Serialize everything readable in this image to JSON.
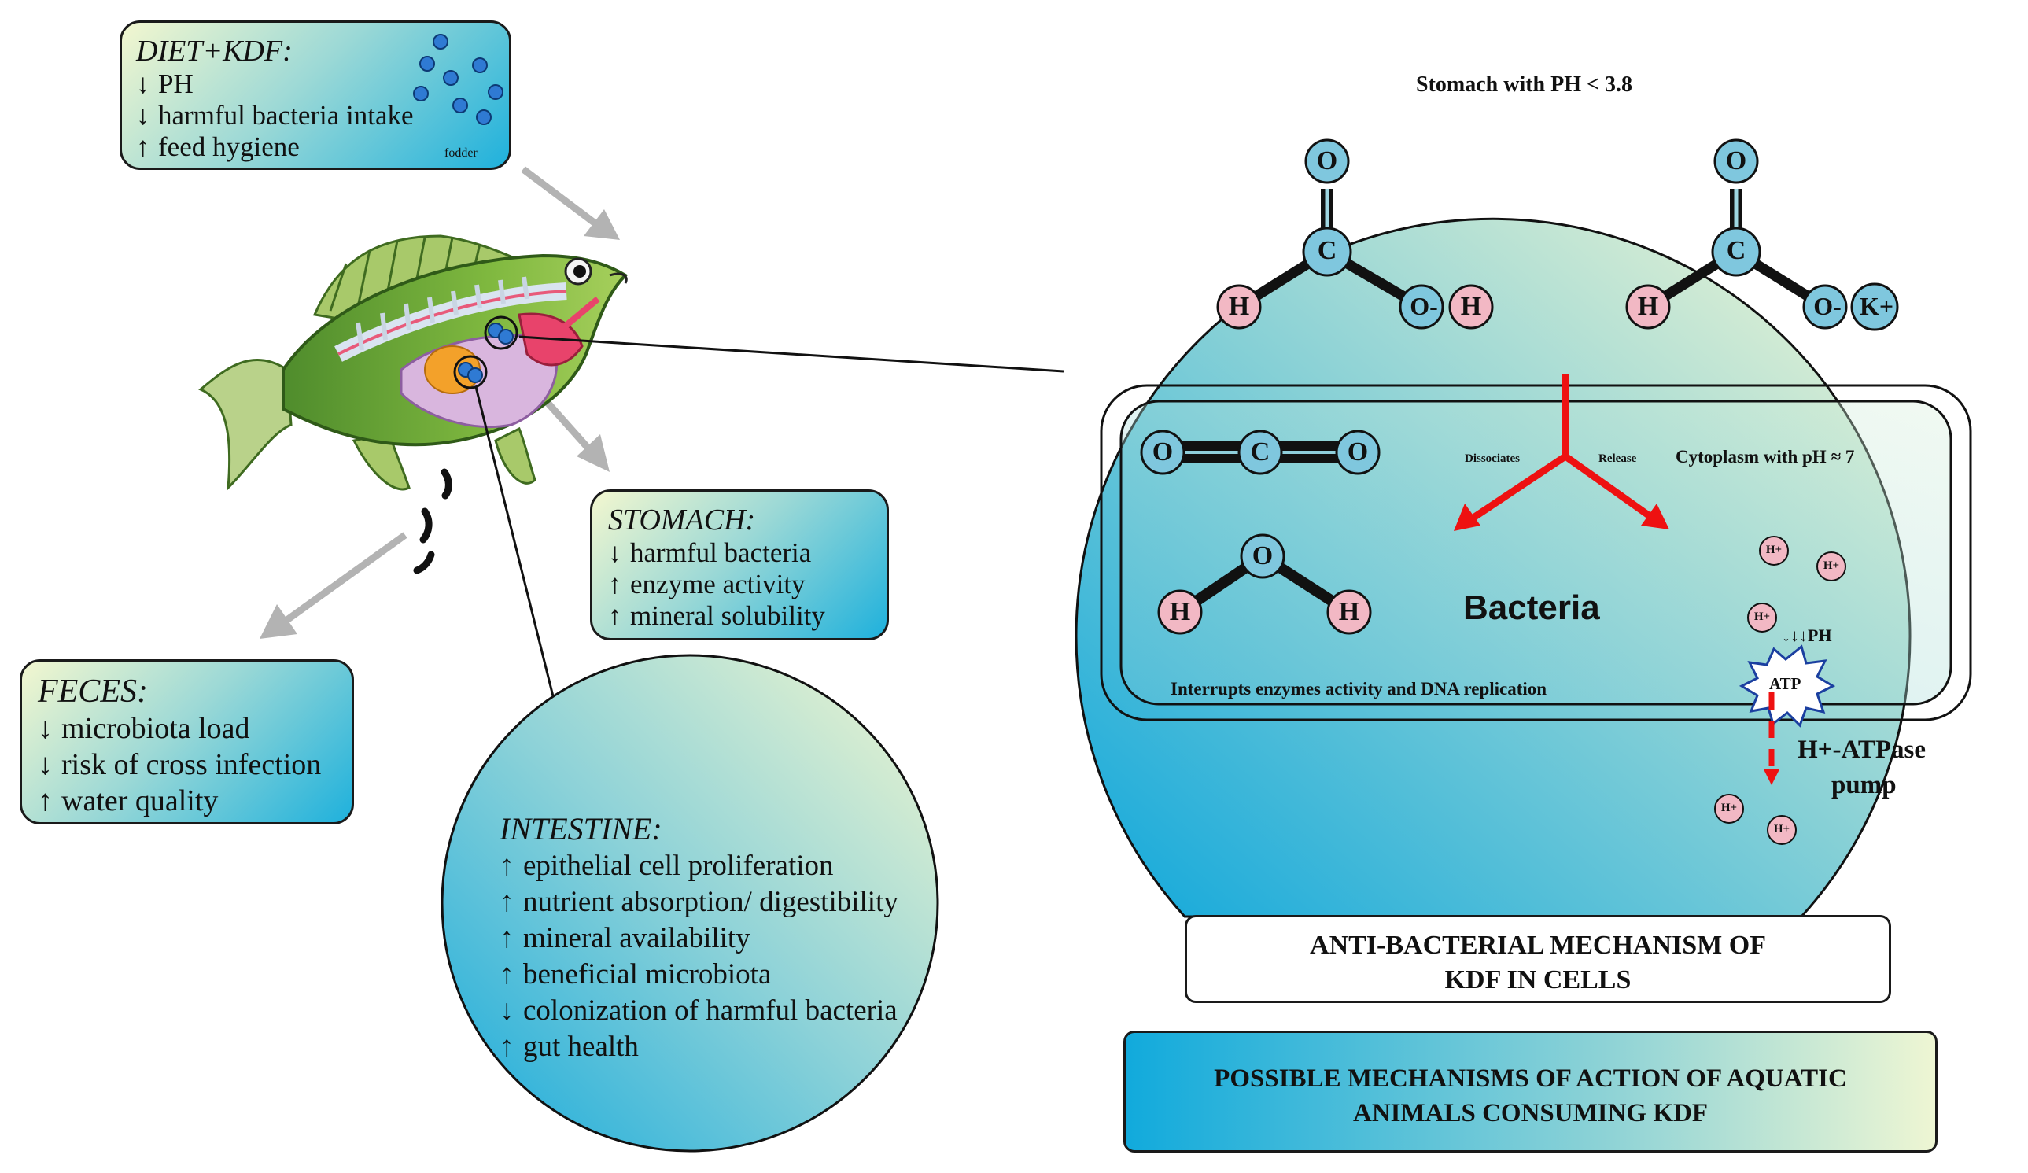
{
  "diet_box": {
    "title": "DIET+KDF:",
    "lines": [
      {
        "arrow": "↓",
        "text": "PH"
      },
      {
        "arrow": "↓",
        "text": "harmful bacteria intake"
      },
      {
        "arrow": "↑",
        "text": "feed hygiene"
      }
    ],
    "fodder_label": "fodder"
  },
  "stomach_box": {
    "title": "STOMACH:",
    "lines": [
      {
        "arrow": "↓",
        "text": "harmful bacteria"
      },
      {
        "arrow": "↑",
        "text": "enzyme activity"
      },
      {
        "arrow": "↑",
        "text": "mineral solubility"
      }
    ]
  },
  "feces_box": {
    "title": "FECES:",
    "lines": [
      {
        "arrow": "↓",
        "text": "microbiota load"
      },
      {
        "arrow": "↓",
        "text": "risk of cross infection"
      },
      {
        "arrow": "↑",
        "text": "water quality"
      }
    ]
  },
  "intestine_box": {
    "title": "INTESTINE:",
    "lines": [
      {
        "arrow": "↑",
        "text": "epithelial cell proliferation"
      },
      {
        "arrow": "↑",
        "text": "nutrient absorption/ digestibility"
      },
      {
        "arrow": "↑",
        "text": "mineral availability"
      },
      {
        "arrow": "↑",
        "text": "beneficial microbiota"
      },
      {
        "arrow": "↓",
        "text": "colonization of harmful bacteria"
      },
      {
        "arrow": "↑",
        "text": "gut health"
      }
    ]
  },
  "mechanism": {
    "stomach_title": "Stomach with PH < 3.8",
    "formic_acid": {
      "c": "C",
      "o_top": "O",
      "h_left": "H",
      "o_right": "O-",
      "h_right": "H"
    },
    "potassium_formate": {
      "c": "C",
      "o_top": "O",
      "h_left": "H",
      "o_right": "O-",
      "k": "K+"
    },
    "co2": {
      "o1": "O",
      "c": "C",
      "o2": "O"
    },
    "water": {
      "o": "O",
      "h1": "H",
      "h2": "H"
    },
    "dissociates_label": "Dissociates",
    "release_label": "Release",
    "cytoplasm_label": "Cytoplasm with pH ≈ 7",
    "bacteria_label": "Bacteria",
    "interrupts_label": "Interrupts enzymes activity and DNA replication",
    "ph_down_label": "↓↓↓PH",
    "atp_label": "ATP",
    "pump_label_line1": "H+-ATPase",
    "pump_label_line2": "pump",
    "proton_label": "H+"
  },
  "caption_antibacterial": "ANTI-BACTERIAL MECHANISM OF KDF IN CELLS",
  "caption_possible": "POSSIBLE MECHANISMS OF ACTION OF AQUATIC ANIMALS CONSUMING KDF",
  "colors": {
    "hydrogen_fill": "#f2b8c4",
    "oxygen_fill": "#7fc7de",
    "arrow_red": "#ee1111",
    "gray_arrow": "#b3b3b3"
  }
}
